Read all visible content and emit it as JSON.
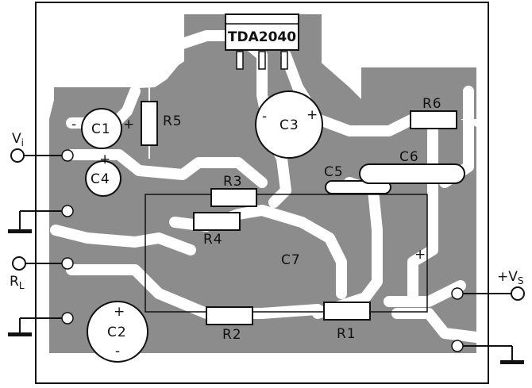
{
  "ic": {
    "label": "TDA2040"
  },
  "components": {
    "c1": "C1",
    "c2": "C2",
    "c3": "C3",
    "c4": "C4",
    "c5": "C5",
    "c6": "C6",
    "c7": "C7",
    "r1": "R1",
    "r2": "R2",
    "r3": "R3",
    "r4": "R4",
    "r5": "R5",
    "r6": "R6"
  },
  "terminals": {
    "vi": {
      "main": "V",
      "sub": "i"
    },
    "rl": {
      "main": "R",
      "sub": "L"
    },
    "vs": {
      "main": "+V",
      "sub": "S"
    }
  },
  "polarity": {
    "plus": "+",
    "minus": "-"
  },
  "colors": {
    "copper": "#8c8c8c",
    "board": "#ffffff",
    "ink": "#111111"
  }
}
